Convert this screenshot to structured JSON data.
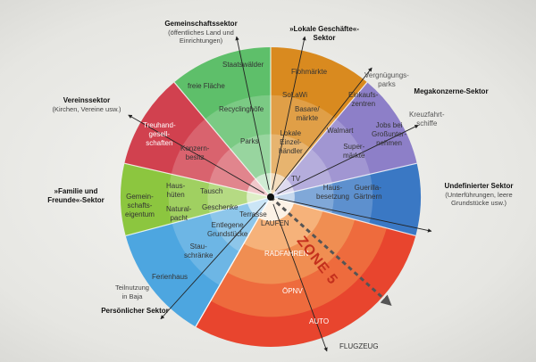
{
  "sectors": {
    "gemeinschaft": {
      "title": "Gemeinschaftssektor",
      "note": "(öffentliches Land und Einrichtungen)"
    },
    "lokal": {
      "title": "»Lokale Geschäfte«-Sektor",
      "line1": "»Lokale Geschäfte«-",
      "line2": "Sektor"
    },
    "mega": {
      "title": "Megakonzerne-Sektor"
    },
    "undefiniert": {
      "title": "Undefinierter Sektor",
      "note1": "(Unterführungen, leere",
      "note2": "Grundstücke usw.)"
    },
    "verein": {
      "title": "Vereinssektor",
      "note": "(Kirchen, Vereine usw.)"
    },
    "familie": {
      "line1": "»Familie und",
      "line2": "Freunde«-Sektor"
    },
    "persoenlich": {
      "title": "Persönlicher Sektor",
      "note1": "Teilnutzung",
      "note2": "in Baja"
    }
  },
  "wedge_labels": {
    "staatswalder": "Staatswälder",
    "freie_flaeche": "freie Fläche",
    "recycling": "Recyclinghöfe",
    "parks": "Parks",
    "flohmaerkte": "Flohmärkte",
    "solawi": "SoLaWi",
    "basar1": "Basare/",
    "basar2": "märkte",
    "lokale1": "Lokale",
    "lokale2": "Einzel-",
    "lokale3": "händler",
    "tv": "TV",
    "vergnuegung1": "Vergnügungs-",
    "vergnuegung2": "parks",
    "einkauf1": "Einkaufs-",
    "einkauf2": "zentren",
    "walmart": "Walmart",
    "jobs1": "Jobs bei",
    "jobs2": "Großunter-",
    "jobs3": "nehmen",
    "kreuz1": "Kreuzfahrt-",
    "kreuz2": "schiffe",
    "super1": "Super-",
    "super2": "märkte",
    "guerilla1": "Guerilla-",
    "guerilla2": "Gärtnern",
    "hausbes1": "Haus-",
    "hausbes2": "besetzung",
    "treuhand1": "Treuhand-",
    "treuhand2": "gesell-",
    "treuhand3": "schaften",
    "konzern1": "Konzern-",
    "konzern2": "besitz",
    "gemein1": "Gemein-",
    "gemein2": "schafts-",
    "gemein3": "eigentum",
    "haus1": "Haus-",
    "haus2": "hüten",
    "tausch": "Tausch",
    "natural1": "Natural-",
    "natural2": "pacht",
    "geschenke": "Geschenke",
    "terrasse": "Terrasse",
    "entlegene1": "Entlegene",
    "entlegene2": "Grundstücke",
    "stau1": "Stau-",
    "stau2": "schränke",
    "ferienhaus": "Ferienhaus"
  },
  "zones": [
    "LAUFEN",
    "RADFAHREN",
    "ÖPNV",
    "AUTO",
    "FLUGZEUG"
  ],
  "zone_marker": "ZONE 5",
  "colors": {
    "gemeinschaft": "#5ebf6a",
    "lokal": "#d98a1f",
    "mega": "#8d7fc8",
    "undefiniert": "#3a78c4",
    "persoenlich_blue": "#4da6e0",
    "familie": "#8cc63f",
    "verein": "#d1414f",
    "zone_red": "#e8452e"
  }
}
